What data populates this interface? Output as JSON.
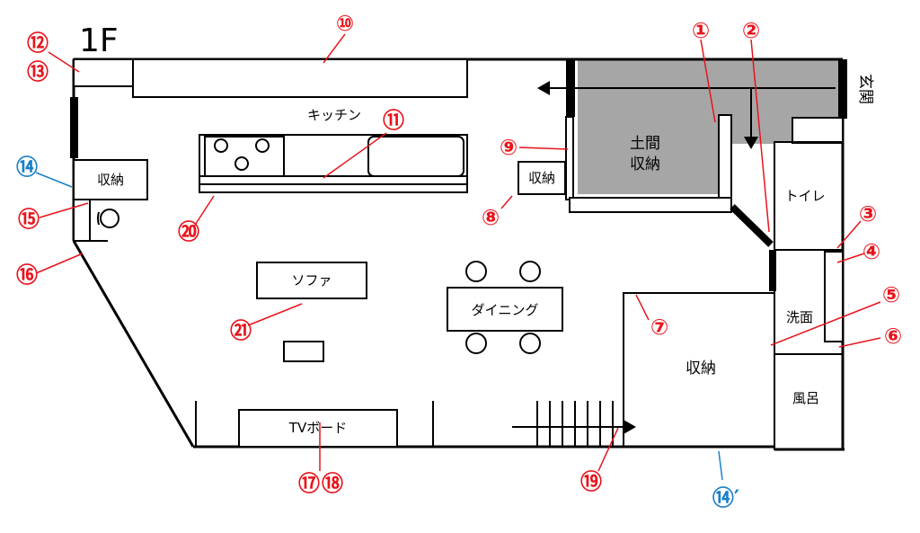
{
  "floor_label": "1F",
  "rooms": {
    "kitchen": "キッチン",
    "doma_line1": "土間",
    "doma_line2": "収納",
    "storage_top_left": "収納",
    "storage_mid": "収納",
    "storage_big": "収納",
    "toilet": "トイレ",
    "washroom": "洗面",
    "bath": "風呂",
    "entrance": "玄関",
    "sofa": "ソファ",
    "dining": "ダイニング",
    "tv_board": "TVボード"
  },
  "markers": {
    "m1": "①",
    "m2": "②",
    "m3": "③",
    "m4": "④",
    "m5": "⑤",
    "m6": "⑥",
    "m7": "⑦",
    "m8": "⑧",
    "m9": "⑨",
    "m10": "⑩",
    "m11": "⑪",
    "m12": "⑫",
    "m13": "⑬",
    "m14": "⑭",
    "m15": "⑮",
    "m16": "⑯",
    "m17": "⑰",
    "m18": "⑱",
    "m19": "⑲",
    "m20": "⑳",
    "m21": "㉑",
    "m14p": "⑭′"
  },
  "colors": {
    "marker_red": "#e8141c",
    "marker_blue": "#1a7fc8",
    "doma_fill": "#a6a6a6",
    "wall": "#000000"
  }
}
